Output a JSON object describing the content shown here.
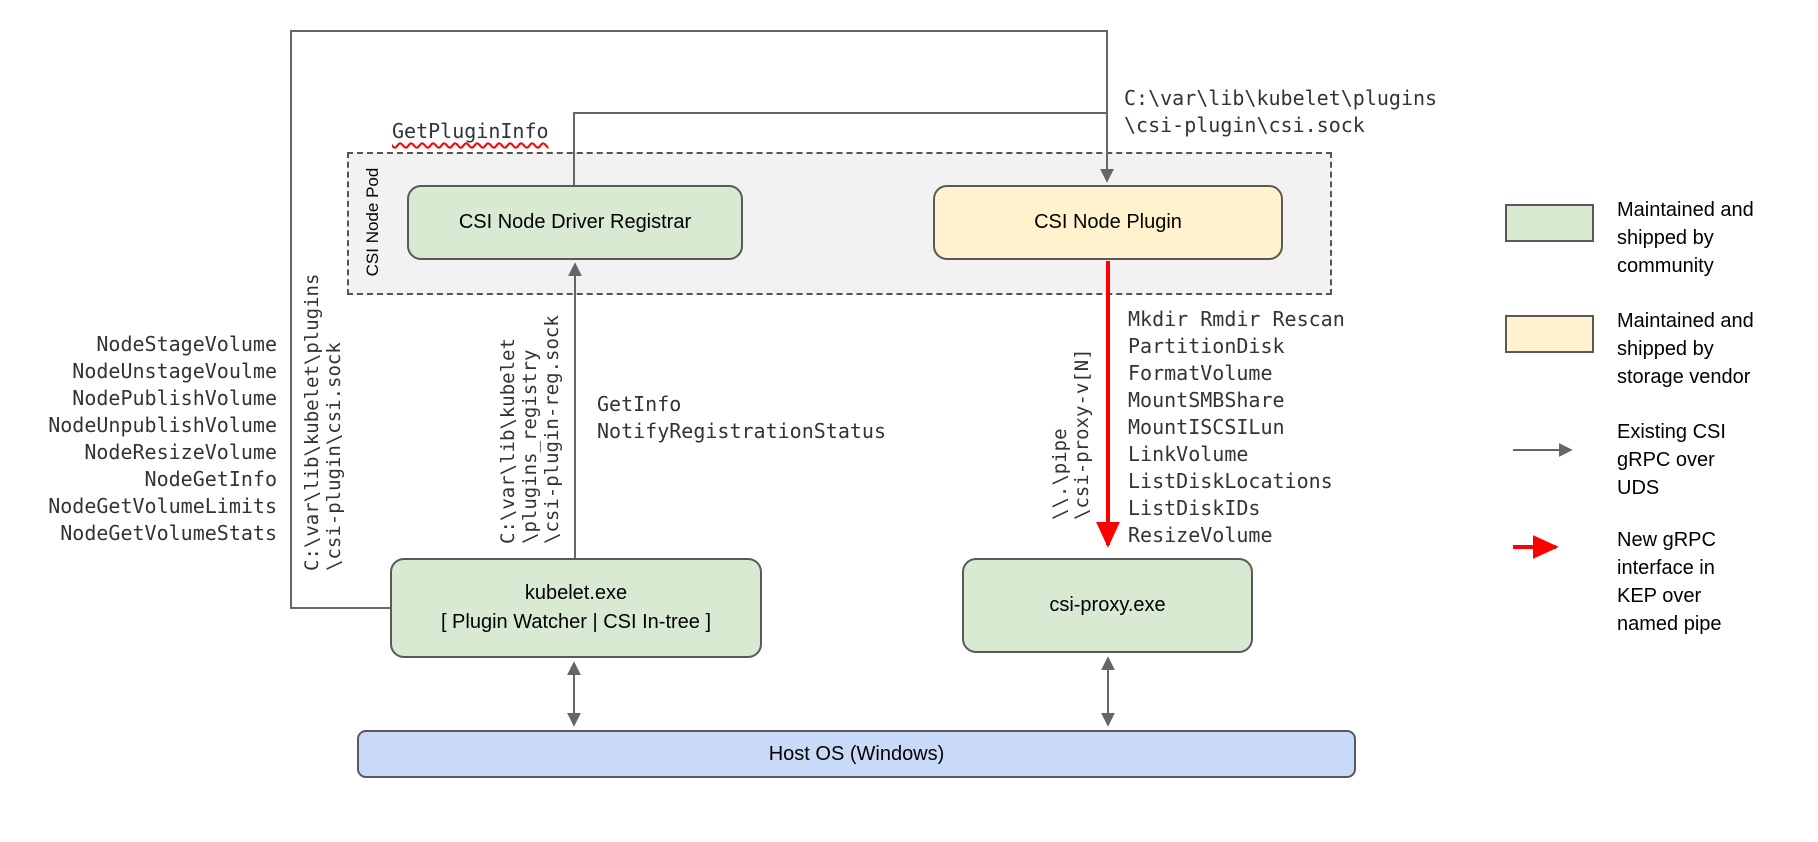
{
  "diagram": {
    "labels": {
      "get_plugin_info": "GetPluginInfo",
      "csi_sock_path": [
        "C:\\var\\lib\\kubelet\\plugins",
        "\\csi-plugin\\csi.sock"
      ],
      "csi_sock_path_vertical": [
        "C:\\var\\lib\\kubelet\\plugins",
        "\\csi-plugin\\csi.sock"
      ],
      "registry_sock_path": [
        "C:\\var\\lib\\kubelet",
        "\\plugins_registry",
        "\\csi-plugin-reg.sock"
      ],
      "named_pipe": [
        "\\\\.\\pipe",
        "\\csi-proxy-v[N]"
      ],
      "get_info": "GetInfo",
      "notify_registration_status": "NotifyRegistrationStatus"
    },
    "boxes": {
      "pod": "CSI Node Pod",
      "registrar": "CSI Node Driver Registrar",
      "plugin": "CSI Node Plugin",
      "kubelet_line1": "kubelet.exe",
      "kubelet_line2": "[ Plugin Watcher | CSI In-tree ]",
      "csi_proxy": "csi-proxy.exe",
      "host_os": "Host OS (Windows)"
    },
    "node_methods": [
      "NodeStageVolume",
      "NodeUnstageVoulme",
      "NodePublishVolume",
      "NodeUnpublishVolume",
      "NodeResizeVolume",
      "NodeGetInfo",
      "NodeGetVolumeLimits",
      "NodeGetVolumeStats"
    ],
    "proxy_methods": [
      "Mkdir Rmdir Rescan",
      "PartitionDisk",
      "FormatVolume",
      "MountSMBShare",
      "MountISCSILun",
      "LinkVolume",
      "ListDiskLocations",
      "ListDiskIDs",
      "ResizeVolume"
    ],
    "legend": {
      "community": [
        "Maintained and",
        "shipped by",
        "community"
      ],
      "vendor": [
        "Maintained and",
        "shipped by",
        "storage vendor"
      ],
      "existing": [
        "Existing CSI",
        "gRPC over",
        "UDS"
      ],
      "new": [
        "New gRPC",
        "interface in",
        "KEP over",
        "named pipe"
      ]
    },
    "colors": {
      "community_green": "#d9ead3",
      "vendor_yellow": "#fff2cc",
      "host_blue": "#c9daf8",
      "pod_gray": "#f2f2f2",
      "line_gray": "#666666",
      "arrow_red": "#ff0000"
    }
  }
}
